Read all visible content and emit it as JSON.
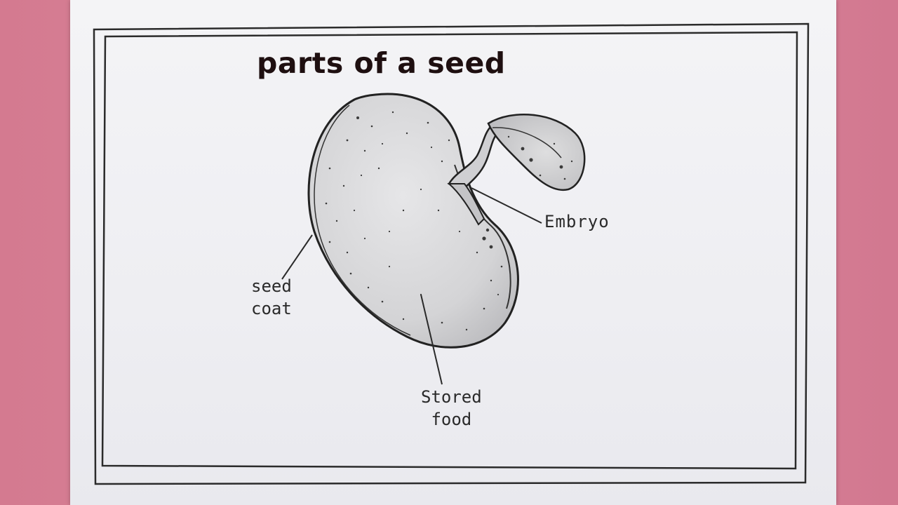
{
  "diagram": {
    "title": "parts of a seed",
    "labels": {
      "embryo": "Embryo",
      "seed_coat": [
        "seed",
        "coat"
      ],
      "stored_food": [
        "Stored",
        "food"
      ]
    },
    "colors": {
      "background": "#d97f95",
      "paper": "#f1f1f4",
      "ink": "#2a2a2a",
      "title": "#1e0f10"
    }
  }
}
